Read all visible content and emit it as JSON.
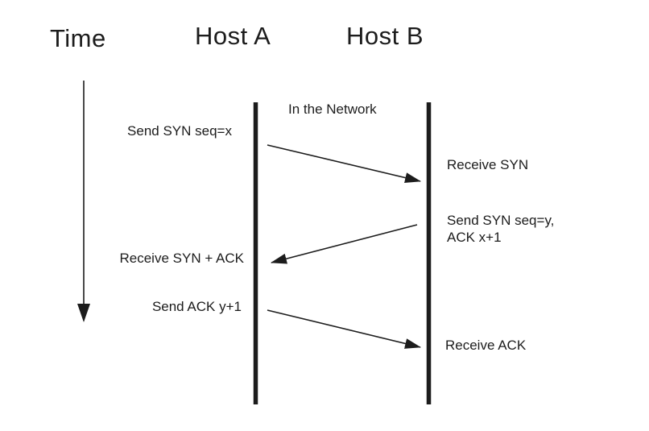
{
  "labels": {
    "time": "Time",
    "host_a": "Host A",
    "host_b": "Host B",
    "network": "In the Network"
  },
  "events": {
    "send_syn": "Send SYN seq=x",
    "receive_syn": "Receive SYN",
    "send_syn_ack": "Send SYN seq=y,\nACK x+1",
    "receive_syn_ack": "Receive SYN + ACK",
    "send_ack": "Send ACK y+1",
    "receive_ack": "Receive ACK"
  },
  "arrows": [
    {
      "name": "syn",
      "from": "host_a",
      "to": "host_b",
      "label": "Send SYN seq=x"
    },
    {
      "name": "syn_ack",
      "from": "host_b",
      "to": "host_a",
      "label": "Send SYN seq=y, ACK x+1"
    },
    {
      "name": "ack",
      "from": "host_a",
      "to": "host_b",
      "label": "Send ACK y+1"
    }
  ],
  "colors": {
    "ink": "#1c1c1c",
    "background": "#ffffff"
  }
}
